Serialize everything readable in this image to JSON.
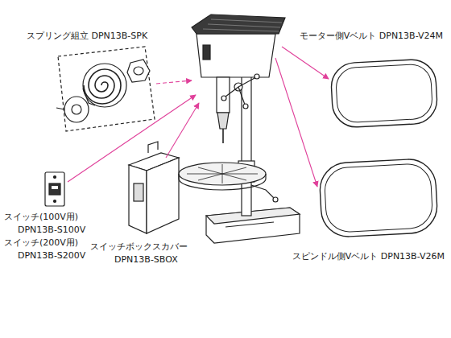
{
  "diagram": {
    "labels": [
      "スプリング組立 DPN13B-SPK",
      "モーター側Vベルト DPN13B-V24M",
      "スイッチ(100V用)",
      "DPN13B-S100V",
      "スイッチ(200V用)",
      "DPN13B-S200V",
      "スイッチボックスカバー",
      "DPN13B-SBOX",
      "スピンドル側Vベルト DPN13B-V26M"
    ]
  }
}
